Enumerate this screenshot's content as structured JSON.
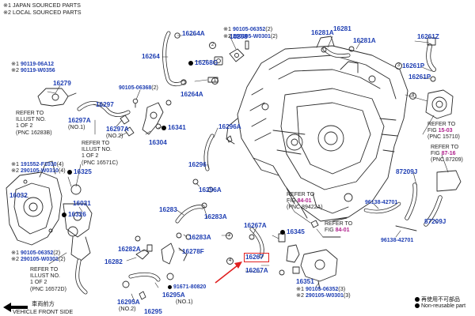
{
  "header": {
    "note1_mark": "※1",
    "note1": "JAPAN SOURCED PARTS",
    "note2_mark": "※2",
    "note2": "LOCAL SOURCED PARTS"
  },
  "parts": {
    "p16264a_top": "16264A",
    "p16264": "16264",
    "p16264a_bot": "16264A",
    "p16268g": "16268G",
    "p16268": "16268",
    "p90105_06352_top": "90105-06352",
    "p90105_06352_top_qty": "(2)",
    "p290105_w0301_top": "290105-W0301",
    "p290105_w0301_top_qty": "(2)",
    "p16281a_left": "16281A",
    "p16281": "16281",
    "p16281a_right": "16281A",
    "p16261z": "16261Z",
    "p16261p": "16261P",
    "p16261p_b": "16261P",
    "p90119_06a12": "90119-06A12",
    "p90119_w0356": "90119-W0356",
    "p16279": "16279",
    "p90105_06368": "90105-06368",
    "p90105_06368_qty": "(2)",
    "p16297": "16297",
    "p16297a_1": "16297A",
    "p16297a_1_note": "(NO.1)",
    "p16297a_2": "16297A",
    "p16297a_2_note": "(NO.2)",
    "p16341": "16341",
    "p16304": "16304",
    "p16296a_top": "16296A",
    "p16296": "16296",
    "p16296a_bot": "16296A",
    "p16283": "16283",
    "p16283a_top": "16283A",
    "p16283a_bot": "16283A",
    "p16282a": "16282A",
    "p16282": "16282",
    "p16278f": "16278F",
    "p16295a_1": "16295A",
    "p16295a_1_note": "(NO.1)",
    "p16295a_2": "16295A",
    "p16295a_2_note": "(NO.2)",
    "p16295": "16295",
    "p91671_80820": "91671-80820",
    "p191552_f1030": "191552-F1030",
    "p191552_f1030_qty": "(4)",
    "p290105_w0310": "290105-W0310",
    "p290105_w0310_qty": "(4)",
    "p16325": "16325",
    "p16032": "16032",
    "p16031": "16031",
    "p16326": "16326",
    "p90105_06352_left": "90105-06352",
    "p90105_06352_left_qty": "(2)",
    "p290105_w0301_left": "290105-W0301",
    "p290105_w0301_left_qty": "(2)",
    "p16267a_top": "16267A",
    "p16267": "16267",
    "p16267a_bot": "16267A",
    "p16345": "16345",
    "p16351": "16351",
    "p90105_06352_bot": "90105-06352",
    "p90105_06352_bot_qty": "(3)",
    "p290105_w0301_bot": "290105-W0301",
    "p290105_w0301_bot_qty": "(3)",
    "p96138_42701_top": "96138-42701",
    "p96138_42701_bot": "96138-42701",
    "p87209j_top": "87209J",
    "p87209j_bot": "87209J"
  },
  "circled": {
    "c1": "1",
    "c2": "2",
    "c3": "3",
    "c4": "4",
    "c3b": "3",
    "c4b": "4"
  },
  "refs": {
    "r16283b_l1": "REFER TO",
    "r16283b_l2": "ILLUST NO.",
    "r16283b_l3": "1 OF 2",
    "r16283b_l4": "(PNC 16283B)",
    "r16571c_l1": "REFER TO",
    "r16571c_l2": "ILLUST NO.",
    "r16571c_l3": "1 OF 2",
    "r16571c_l4": "(PNC 16571C)",
    "r16572d_l1": "REFER TO",
    "r16572d_l2": "ILLUST NO.",
    "r16572d_l3": "1 OF 2",
    "r16572d_l4": "(PNC 16572D)",
    "r8401a_l1": "REFER TO",
    "r8401a_l2a": "FIG ",
    "r8401a_fig": "84-01",
    "r8401a_l3": "(PNC 89422A)",
    "r8401b_l1": "REFER TO",
    "r8401b_l2a": "FIG ",
    "r8401b_fig": "84-01",
    "r1503_l1": "REFER TO",
    "r1503_l2a": "FIG ",
    "r1503_fig": "15-03",
    "r1503_l3": "(PNC 15710)",
    "r8716_l1": "REFER TO",
    "r8716_l2a": "FIG ",
    "r8716_fig": "87-16",
    "r8716_l3": "(PNC 87209)"
  },
  "footer": {
    "front_jp": "車両前方",
    "front_en": "VEHICLE FRONT SIDE",
    "legend1_jp": "再使用不可部品",
    "legend2": "Non-reusable part"
  }
}
